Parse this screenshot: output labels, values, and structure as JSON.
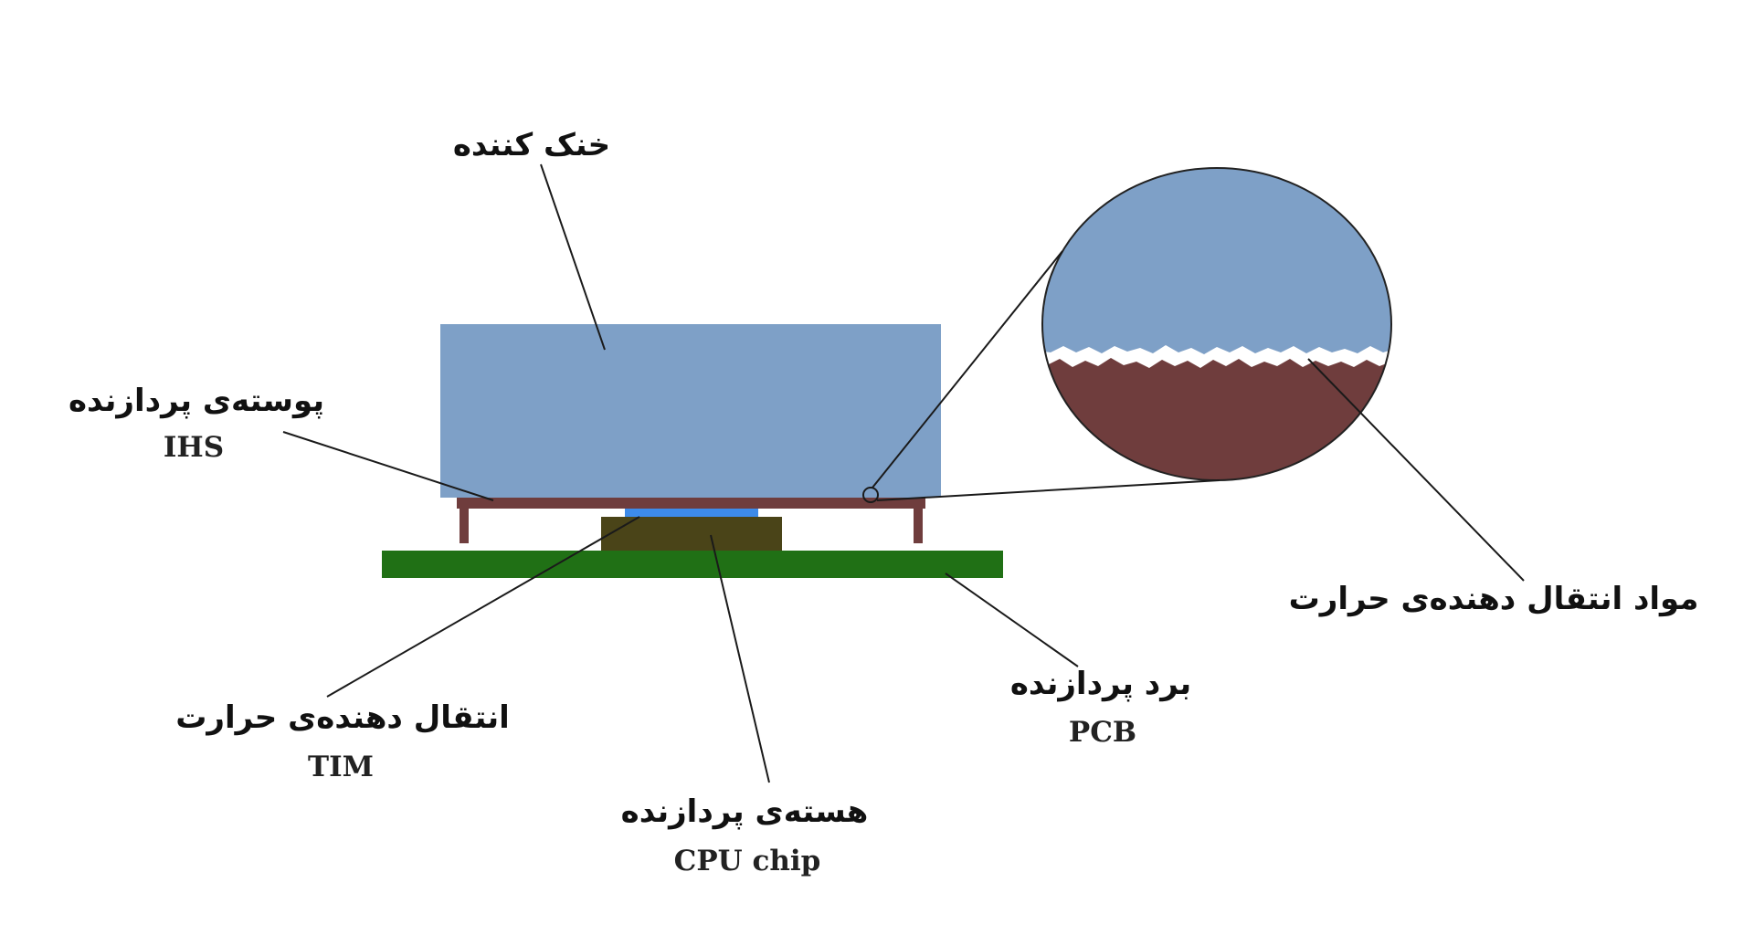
{
  "labels": {
    "cooler": "خنک کننده",
    "ihs_fa": "پوسته‌ی پردازنده",
    "ihs_en": "IHS",
    "tim_fa": "انتقال دهنده‌ی حرارت",
    "tim_en": "TIM",
    "cpu_fa": "هسته‌ی پردازنده",
    "cpu_en": "CPU chip",
    "pcb_fa": "برد پردازنده",
    "pcb_en": "PCB",
    "tim_material": "مواد انتقال دهنده‌ی حرارت"
  },
  "colors": {
    "cooler": "#7ea0c7",
    "ihs": "#6f3d3d",
    "tim": "#3d8bea",
    "cpu": "#4a4418",
    "pcb": "#207015",
    "zoom_top": "#7ea0c7",
    "zoom_bottom": "#6f3d3d",
    "zoom_gap": "#ffffff"
  }
}
